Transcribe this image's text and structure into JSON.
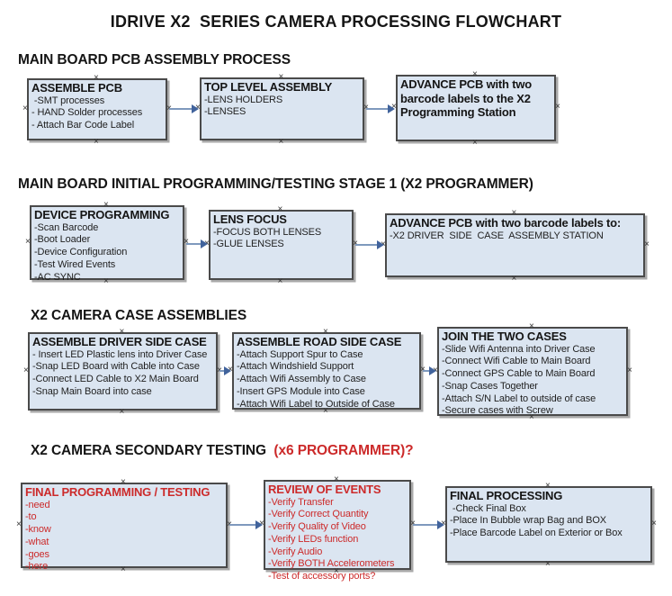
{
  "title": "IDRIVE X2  SERIES CAMERA PROCESSING FLOWCHART",
  "colors": {
    "box_fill": "#dbe5f1",
    "box_border": "#4a4a4a",
    "box_shadow": "#a9a9a9",
    "arrow_line": "#7e99bd",
    "arrow_head": "#41639c",
    "red_text": "#cc2a2a"
  },
  "sections": [
    {
      "header": "MAIN BOARD PCB ASSEMBLY PROCESS",
      "boxes": [
        {
          "title": "ASSEMBLE PCB",
          "items": [
            " -SMT processes",
            "- HAND Solder processes",
            "- Attach Bar Code Label"
          ]
        },
        {
          "title": "TOP LEVEL ASSEMBLY",
          "items": [
            "-LENS HOLDERS",
            "-LENSES"
          ]
        },
        {
          "title": "ADVANCE PCB with two barcode labels to the X2 Programming Station",
          "items": []
        }
      ]
    },
    {
      "header": "MAIN BOARD INITIAL PROGRAMMING/TESTING STAGE 1 (X2 PROGRAMMER)",
      "boxes": [
        {
          "title": "DEVICE PROGRAMMING",
          "items": [
            "-Scan Barcode",
            "-Boot Loader",
            "-Device Configuration",
            "-Test Wired Events",
            "-AC SYNC"
          ]
        },
        {
          "title": "LENS FOCUS",
          "items": [
            "-FOCUS BOTH LENSES",
            "-GLUE LENSES"
          ]
        },
        {
          "title": "ADVANCE PCB with two barcode labels to:",
          "items": [
            "-X2 DRIVER  SIDE  CASE  ASSEMBLY STATION"
          ]
        }
      ]
    },
    {
      "header": "X2 CAMERA CASE ASSEMBLIES",
      "boxes": [
        {
          "title": "ASSEMBLE DRIVER SIDE CASE",
          "items": [
            "- Insert LED Plastic lens into Driver Case",
            "-Snap LED Board with Cable into Case",
            "-Connect LED Cable to X2 Main Board",
            "-Snap Main Board into case"
          ]
        },
        {
          "title": "ASSEMBLE ROAD SIDE CASE",
          "items": [
            "-Attach Support Spur to Case",
            "-Attach Windshield Support",
            "-Attach Wifi Assembly to Case",
            "-Insert GPS Module into Case",
            "-Attach Wifi Label to Outside of Case"
          ]
        },
        {
          "title": "JOIN THE TWO CASES",
          "items": [
            "-Slide Wifi Antenna into Driver Case",
            "-Connect Wifi Cable to Main Board",
            "-Connect GPS Cable to Main Board",
            "-Snap Cases Together",
            "-Attach S/N Label to outside of case",
            "-Secure cases with Screw"
          ]
        }
      ]
    },
    {
      "header": "X2 CAMERA SECONDARY TESTING",
      "header_suffix": "  (x6 PROGRAMMER)?",
      "boxes": [
        {
          "title": "FINAL PROGRAMMING / TESTING",
          "red": true,
          "items": [
            "-need",
            "-to",
            "-know",
            "-what",
            "-goes",
            "-here"
          ]
        },
        {
          "title": "REVIEW OF EVENTS",
          "red": true,
          "items": [
            "-Verify Transfer",
            "-Verify Correct Quantity",
            "-Verify Quality of Video",
            "-Verify LEDs function",
            "-Verify Audio",
            "-Verify BOTH Accelerometers",
            "-Test of accessory ports?"
          ]
        },
        {
          "title": "FINAL PROCESSING",
          "items": [
            " -Check Final Box",
            "-Place In Bubble wrap Bag and BOX",
            "-Place Barcode Label on Exterior or Box"
          ]
        }
      ]
    }
  ]
}
